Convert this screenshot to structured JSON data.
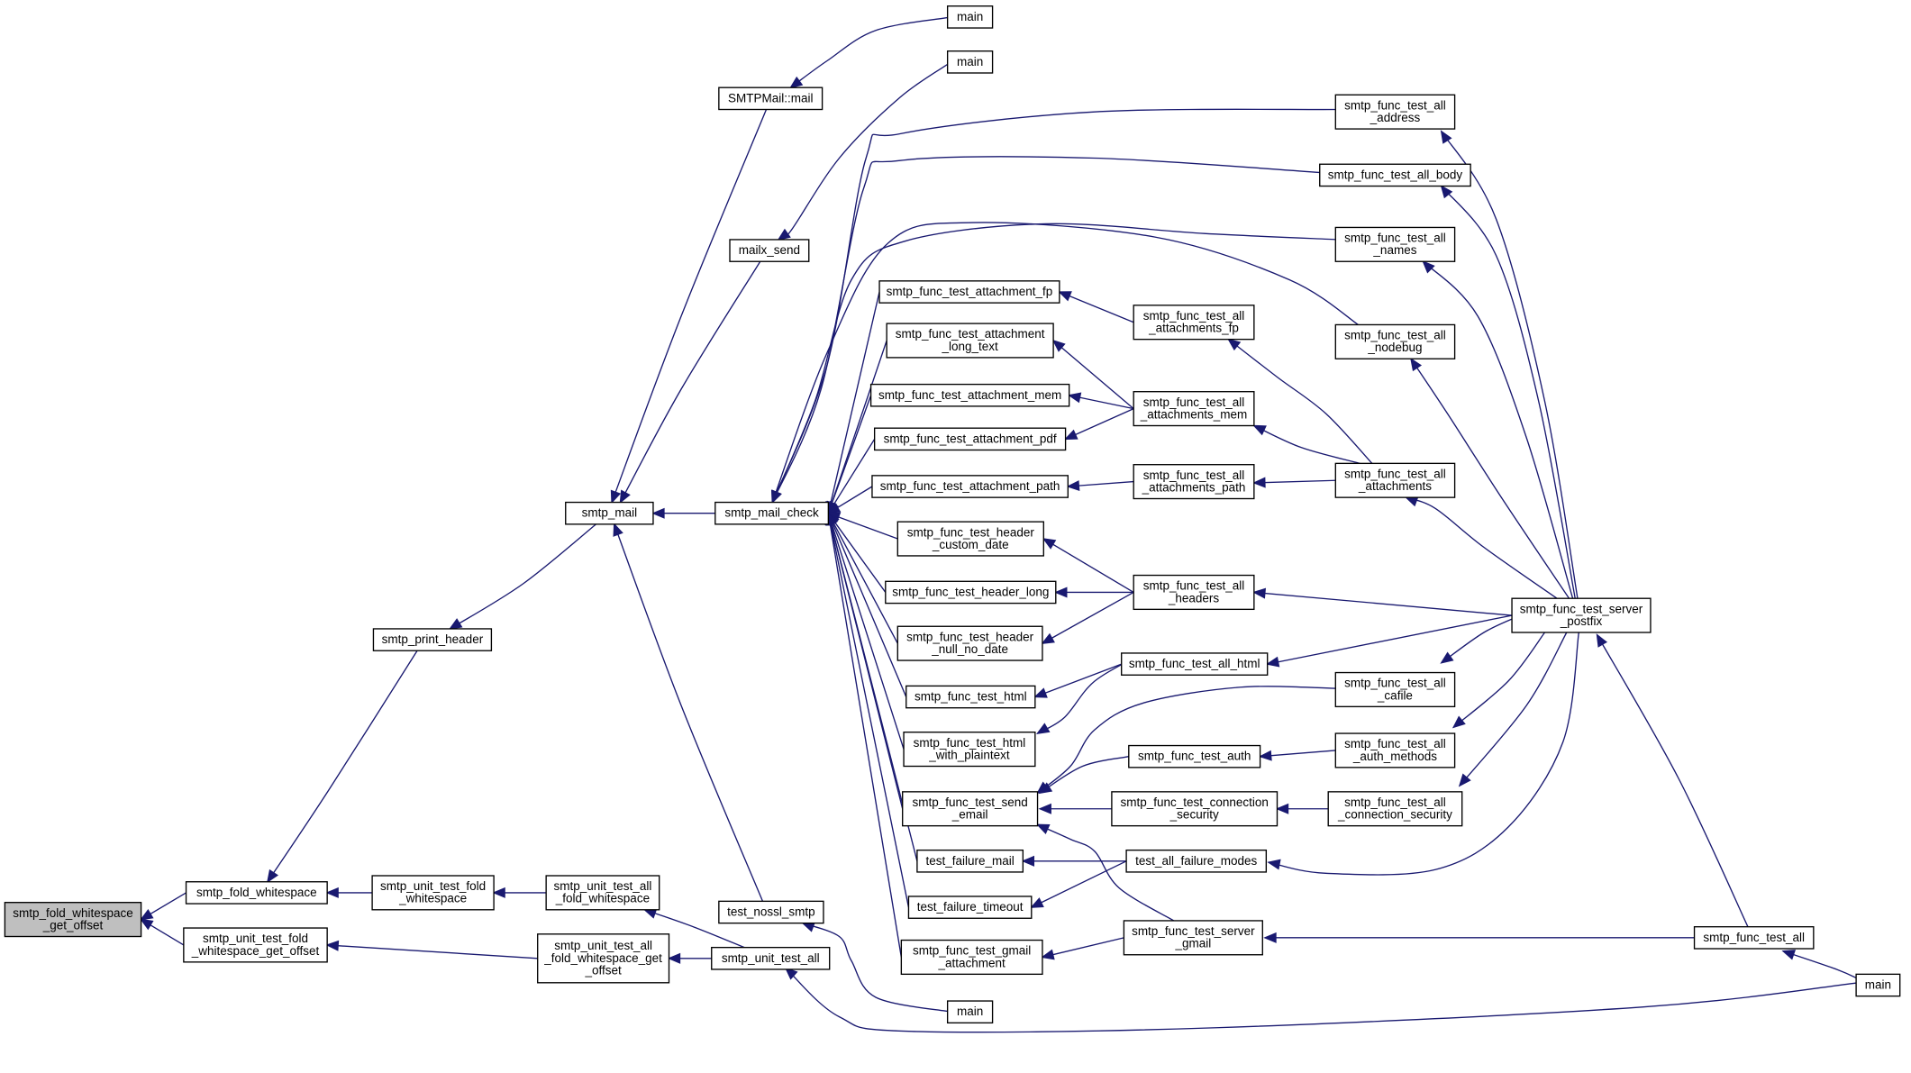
{
  "graph": {
    "nodes": [
      {
        "id": "root",
        "lines": [
          "smtp_fold_whitespace",
          "_get_offset"
        ],
        "root": true
      },
      {
        "id": "fold",
        "lines": [
          "smtp_fold_whitespace"
        ]
      },
      {
        "id": "ut_fold_gro",
        "lines": [
          "smtp_unit_test_fold",
          "_whitespace_get_offset"
        ]
      },
      {
        "id": "print_header",
        "lines": [
          "smtp_print_header"
        ]
      },
      {
        "id": "ut_fold_ws",
        "lines": [
          "smtp_unit_test_fold",
          "_whitespace"
        ]
      },
      {
        "id": "ut_all_fold_ws",
        "lines": [
          "smtp_unit_test_all",
          "_fold_whitespace"
        ]
      },
      {
        "id": "ut_all_fold_gro",
        "lines": [
          "smtp_unit_test_all",
          "_fold_whitespace_get",
          "_offset"
        ]
      },
      {
        "id": "ut_all",
        "lines": [
          "smtp_unit_test_all"
        ]
      },
      {
        "id": "smtp_mail",
        "lines": [
          "smtp_mail"
        ]
      },
      {
        "id": "smtpmail_mail",
        "lines": [
          "SMTPMail::mail"
        ]
      },
      {
        "id": "mailx_send",
        "lines": [
          "mailx_send"
        ]
      },
      {
        "id": "main1",
        "lines": [
          "main"
        ]
      },
      {
        "id": "main2",
        "lines": [
          "main"
        ]
      },
      {
        "id": "test_nossl",
        "lines": [
          "test_nossl_smtp"
        ]
      },
      {
        "id": "main_bottom",
        "lines": [
          "main"
        ]
      },
      {
        "id": "mail_check",
        "lines": [
          "smtp_mail_check"
        ]
      },
      {
        "id": "att_fp",
        "lines": [
          "smtp_func_test_attachment_fp"
        ]
      },
      {
        "id": "att_long",
        "lines": [
          "smtp_func_test_attachment",
          "_long_text"
        ]
      },
      {
        "id": "att_mem",
        "lines": [
          "smtp_func_test_attachment_mem"
        ]
      },
      {
        "id": "att_pdf",
        "lines": [
          "smtp_func_test_attachment_pdf"
        ]
      },
      {
        "id": "att_path",
        "lines": [
          "smtp_func_test_attachment_path"
        ]
      },
      {
        "id": "hdr_custom",
        "lines": [
          "smtp_func_test_header",
          "_custom_date"
        ]
      },
      {
        "id": "hdr_long",
        "lines": [
          "smtp_func_test_header_long"
        ]
      },
      {
        "id": "hdr_null",
        "lines": [
          "smtp_func_test_header",
          "_null_no_date"
        ]
      },
      {
        "id": "html",
        "lines": [
          "smtp_func_test_html"
        ]
      },
      {
        "id": "html_plain",
        "lines": [
          "smtp_func_test_html",
          "_with_plaintext"
        ]
      },
      {
        "id": "send_email",
        "lines": [
          "smtp_func_test_send",
          "_email"
        ]
      },
      {
        "id": "fail_mail",
        "lines": [
          "test_failure_mail"
        ]
      },
      {
        "id": "fail_timeout",
        "lines": [
          "test_failure_timeout"
        ]
      },
      {
        "id": "gmail_att",
        "lines": [
          "smtp_func_test_gmail",
          "_attachment"
        ]
      },
      {
        "id": "all_att_fp",
        "lines": [
          "smtp_func_test_all",
          "_attachments_fp"
        ]
      },
      {
        "id": "all_att_mem",
        "lines": [
          "smtp_func_test_all",
          "_attachments_mem"
        ]
      },
      {
        "id": "all_att_path",
        "lines": [
          "smtp_func_test_all",
          "_attachments_path"
        ]
      },
      {
        "id": "all_headers",
        "lines": [
          "smtp_func_test_all",
          "_headers"
        ]
      },
      {
        "id": "all_html",
        "lines": [
          "smtp_func_test_all_html"
        ]
      },
      {
        "id": "auth",
        "lines": [
          "smtp_func_test_auth"
        ]
      },
      {
        "id": "conn_sec",
        "lines": [
          "smtp_func_test_connection",
          "_security"
        ]
      },
      {
        "id": "all_failure",
        "lines": [
          "test_all_failure_modes"
        ]
      },
      {
        "id": "server_gmail",
        "lines": [
          "smtp_func_test_server",
          "_gmail"
        ]
      },
      {
        "id": "all_address",
        "lines": [
          "smtp_func_test_all",
          "_address"
        ]
      },
      {
        "id": "all_body",
        "lines": [
          "smtp_func_test_all_body"
        ]
      },
      {
        "id": "all_names",
        "lines": [
          "smtp_func_test_all",
          "_names"
        ]
      },
      {
        "id": "all_nodebug",
        "lines": [
          "smtp_func_test_all",
          "_nodebug"
        ]
      },
      {
        "id": "all_attachments",
        "lines": [
          "smtp_func_test_all",
          "_attachments"
        ]
      },
      {
        "id": "all_cafile",
        "lines": [
          "smtp_func_test_all",
          "_cafile"
        ]
      },
      {
        "id": "all_auth_methods",
        "lines": [
          "smtp_func_test_all",
          "_auth_methods"
        ]
      },
      {
        "id": "all_conn_sec",
        "lines": [
          "smtp_func_test_all",
          "_connection_security"
        ]
      },
      {
        "id": "server_postfix",
        "lines": [
          "smtp_func_test_server",
          "_postfix"
        ]
      },
      {
        "id": "func_all",
        "lines": [
          "smtp_func_test_all"
        ]
      },
      {
        "id": "main_right",
        "lines": [
          "main"
        ]
      }
    ],
    "edges": [
      [
        "fold",
        "root"
      ],
      [
        "ut_fold_gro",
        "root"
      ],
      [
        "print_header",
        "fold"
      ],
      [
        "ut_fold_ws",
        "fold"
      ],
      [
        "smtp_mail",
        "print_header"
      ],
      [
        "ut_all_fold_ws",
        "ut_fold_ws"
      ],
      [
        "ut_all_fold_gro",
        "ut_fold_gro"
      ],
      [
        "ut_all",
        "ut_all_fold_ws"
      ],
      [
        "ut_all",
        "ut_all_fold_gro"
      ],
      [
        "smtpmail_mail",
        "smtp_mail"
      ],
      [
        "mailx_send",
        "smtp_mail"
      ],
      [
        "test_nossl",
        "smtp_mail"
      ],
      [
        "mail_check",
        "smtp_mail"
      ],
      [
        "main1",
        "smtpmail_mail"
      ],
      [
        "main2",
        "mailx_send"
      ],
      [
        "main_bottom",
        "test_nossl"
      ],
      [
        "main_right",
        "ut_all"
      ],
      [
        "att_fp",
        "mail_check"
      ],
      [
        "att_long",
        "mail_check"
      ],
      [
        "att_mem",
        "mail_check"
      ],
      [
        "att_pdf",
        "mail_check"
      ],
      [
        "att_path",
        "mail_check"
      ],
      [
        "hdr_custom",
        "mail_check"
      ],
      [
        "hdr_long",
        "mail_check"
      ],
      [
        "hdr_null",
        "mail_check"
      ],
      [
        "html",
        "mail_check"
      ],
      [
        "html_plain",
        "mail_check"
      ],
      [
        "send_email",
        "mail_check"
      ],
      [
        "fail_mail",
        "mail_check"
      ],
      [
        "fail_timeout",
        "mail_check"
      ],
      [
        "gmail_att",
        "mail_check"
      ],
      [
        "all_address",
        "mail_check"
      ],
      [
        "all_body",
        "mail_check"
      ],
      [
        "all_names",
        "mail_check"
      ],
      [
        "all_nodebug",
        "mail_check"
      ],
      [
        "all_att_fp",
        "att_fp"
      ],
      [
        "all_att_mem",
        "att_long"
      ],
      [
        "all_att_mem",
        "att_mem"
      ],
      [
        "all_att_mem",
        "att_pdf"
      ],
      [
        "all_att_path",
        "att_path"
      ],
      [
        "all_headers",
        "hdr_custom"
      ],
      [
        "all_headers",
        "hdr_long"
      ],
      [
        "all_headers",
        "hdr_null"
      ],
      [
        "all_html",
        "html"
      ],
      [
        "all_html",
        "html_plain"
      ],
      [
        "all_cafile",
        "send_email"
      ],
      [
        "auth",
        "send_email"
      ],
      [
        "conn_sec",
        "send_email"
      ],
      [
        "server_gmail",
        "send_email"
      ],
      [
        "all_failure",
        "fail_mail"
      ],
      [
        "all_failure",
        "fail_timeout"
      ],
      [
        "server_gmail",
        "gmail_att"
      ],
      [
        "all_attachments",
        "all_att_fp"
      ],
      [
        "all_attachments",
        "all_att_mem"
      ],
      [
        "all_attachments",
        "all_att_path"
      ],
      [
        "server_postfix",
        "all_headers"
      ],
      [
        "server_postfix",
        "all_html"
      ],
      [
        "server_postfix",
        "all_failure"
      ],
      [
        "all_auth_methods",
        "auth"
      ],
      [
        "all_conn_sec",
        "conn_sec"
      ],
      [
        "func_all",
        "server_gmail"
      ],
      [
        "server_postfix",
        "all_address"
      ],
      [
        "server_postfix",
        "all_body"
      ],
      [
        "server_postfix",
        "all_names"
      ],
      [
        "server_postfix",
        "all_nodebug"
      ],
      [
        "server_postfix",
        "all_attachments"
      ],
      [
        "server_postfix",
        "all_cafile"
      ],
      [
        "server_postfix",
        "all_auth_methods"
      ],
      [
        "server_postfix",
        "all_conn_sec"
      ],
      [
        "func_all",
        "server_postfix"
      ],
      [
        "main_right",
        "func_all"
      ]
    ]
  }
}
